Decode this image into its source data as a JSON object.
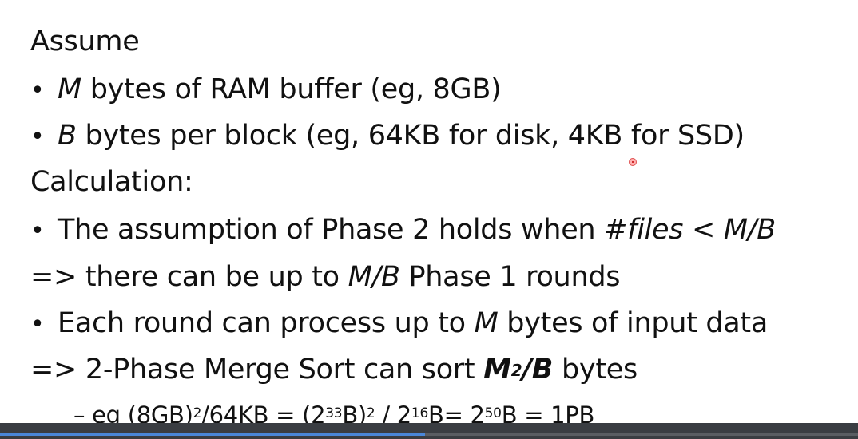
{
  "slide": {
    "assume_heading": "Assume",
    "bullet_char": "•",
    "m_var": "M",
    "m_text": " bytes of RAM buffer (eg, 8GB)",
    "b_var": "B",
    "b_text": " bytes per block (eg, 64KB for disk, 4KB for SSD)",
    "calculation_heading": "Calculation:",
    "phase2_text": "The assumption of Phase 2 holds when ",
    "phase2_expr": "#files < M/B",
    "implies1_prefix": "=> there can be up to ",
    "implies1_var": "M/B",
    "implies1_suffix": " Phase 1 rounds",
    "round_text": "Each round can process up to ",
    "round_var": "M",
    "round_suffix": " bytes of input data",
    "implies2_prefix": "=> 2-Phase Merge Sort can sort ",
    "implies2_var_m": "M",
    "implies2_sup": "2",
    "implies2_var_b": "/B",
    "implies2_suffix": " bytes",
    "example": {
      "dash": "– ",
      "p1": "eg (8GB)",
      "s1": "2",
      "p2": "/64KB = (2",
      "s2": "33",
      "p3": "B)",
      "s3": "2",
      "p4": " / 2",
      "s4": "16",
      "p5": "B= 2",
      "s5": "50",
      "p6": "B = 1PB"
    }
  },
  "colors": {
    "text": "#111111",
    "background": "#ffffff",
    "taskbar": "#3a3d42",
    "progress_accent": "#4a87d9"
  },
  "icons": {
    "cursor": "laser-pointer-dot-icon"
  }
}
